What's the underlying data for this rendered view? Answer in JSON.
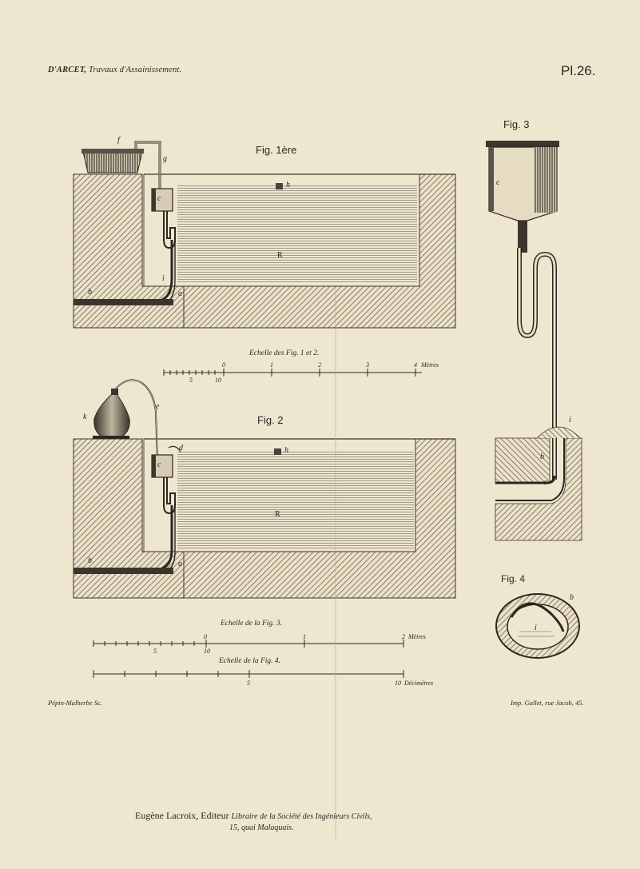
{
  "header": {
    "author": "D'ARCET,",
    "work": "Travaux d'Assainissement.",
    "plate": "Pl.26."
  },
  "fig1": {
    "title": "Fig. 1ère",
    "letters": {
      "f": "f",
      "g": "g",
      "c": "c",
      "h": "h",
      "R": "R",
      "i": "i",
      "b": "b",
      "a": "a"
    }
  },
  "scale12": {
    "title": "Echelle des Fig. 1 et 2.",
    "ticks": [
      "0",
      "1",
      "2",
      "3",
      "4"
    ],
    "sub_ticks": [
      "5",
      "10"
    ],
    "unit": "Mètres"
  },
  "fig2": {
    "title": "Fig. 2",
    "letters": {
      "k": "k",
      "e": "e",
      "d": "d",
      "c": "c",
      "h": "h",
      "R": "R",
      "b": "b",
      "a": "a"
    }
  },
  "scale3": {
    "title": "Echelle de la Fig. 3.",
    "ticks": [
      "0",
      "1",
      "2"
    ],
    "sub_ticks": [
      "5",
      "10"
    ],
    "unit": "Mètres"
  },
  "scale4": {
    "title": "Echelle de la Fig. 4.",
    "ticks": [
      "5",
      "10"
    ],
    "unit": "Décimètres"
  },
  "fig3": {
    "title": "Fig. 3",
    "letters": {
      "c": "c",
      "i": "i",
      "b": "b",
      "a": "a"
    }
  },
  "fig4": {
    "title": "Fig. 4",
    "letters": {
      "b": "b",
      "i": "i"
    }
  },
  "credits": {
    "engraver": "Pépin-Malherbe Sc.",
    "printer": "Imp. Gallet, rue Jacob, 45."
  },
  "publisher": {
    "name": "Eugène Lacroix, Editeur",
    "desc": "Libraire de la Société des Ingénieurs Civils,",
    "address": "15, quai Malaquais."
  }
}
